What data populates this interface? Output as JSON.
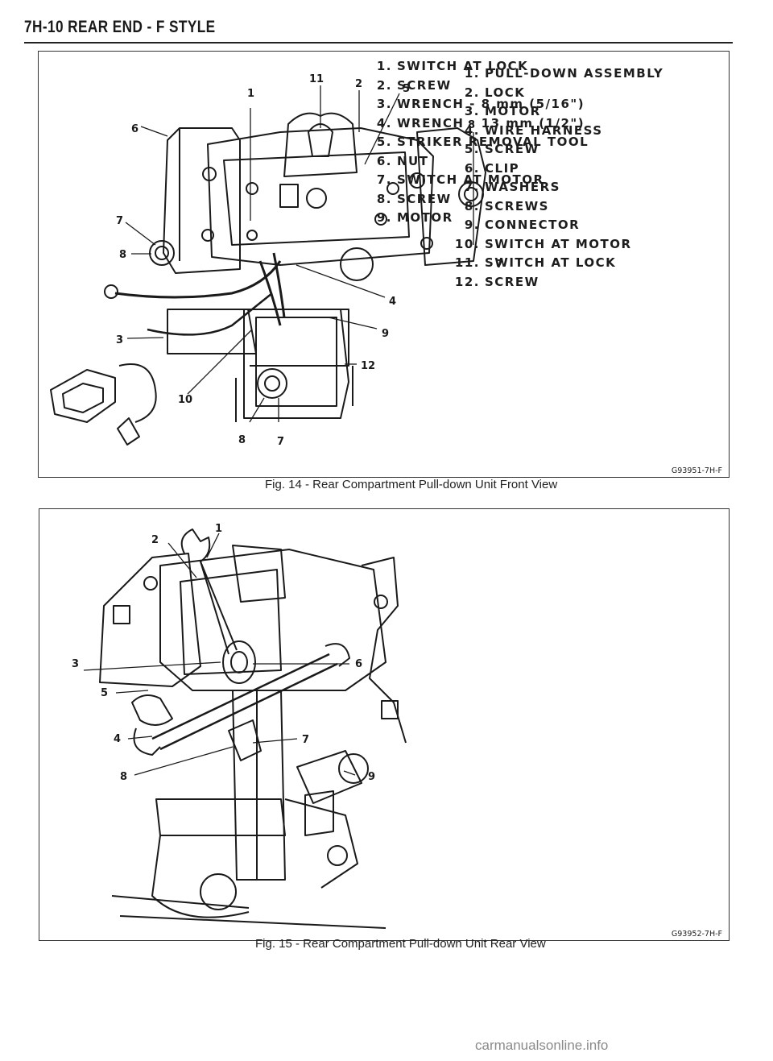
{
  "header": {
    "title": "7H-10 REAR END - F STYLE"
  },
  "figure1": {
    "caption": "Fig. 14 - Rear Compartment Pull-down Unit Front View",
    "code": "G93951-7H-F",
    "legend": [
      {
        "num": "1.",
        "label": "PULL-DOWN ASSEMBLY"
      },
      {
        "num": "2.",
        "label": "LOCK"
      },
      {
        "num": "3.",
        "label": "MOTOR"
      },
      {
        "num": "4.",
        "label": "WIRE HARNESS"
      },
      {
        "num": "5.",
        "label": "SCREW"
      },
      {
        "num": "6.",
        "label": "CLIP"
      },
      {
        "num": "7.",
        "label": "WASHERS"
      },
      {
        "num": "8.",
        "label": "SCREWS"
      },
      {
        "num": "9.",
        "label": "CONNECTOR"
      },
      {
        "num": "10.",
        "label": "SWITCH AT MOTOR"
      },
      {
        "num": "11.",
        "label": "SWITCH AT LOCK"
      },
      {
        "num": "12.",
        "label": "SCREW"
      }
    ],
    "callouts": [
      "1",
      "11",
      "2",
      "5",
      "6",
      "8",
      "7",
      "8",
      "7",
      "4",
      "3",
      "9",
      "12",
      "10",
      "8",
      "7"
    ]
  },
  "figure2": {
    "caption": "Fig. 15 - Rear Compartment Pull-down Unit Rear View",
    "code": "G93952-7H-F",
    "legend": [
      {
        "num": "1.",
        "label": "SWITCH AT LOCK"
      },
      {
        "num": "2.",
        "label": "SCREW"
      },
      {
        "num": "3.",
        "label": "WRENCH - 8 mm (5/16\")"
      },
      {
        "num": "4.",
        "label": "WRENCH - 13 mm (1/2\")"
      },
      {
        "num": "5.",
        "label": "STRIKER REMOVAL TOOL"
      },
      {
        "num": "6.",
        "label": "NUT"
      },
      {
        "num": "7.",
        "label": "SWITCH AT MOTOR"
      },
      {
        "num": "8.",
        "label": "SCREW"
      },
      {
        "num": "9.",
        "label": "MOTOR"
      }
    ],
    "callouts": [
      "1",
      "2",
      "3",
      "6",
      "5",
      "4",
      "7",
      "8",
      "9"
    ]
  },
  "footer": {
    "watermark": "carmanualsonline.info"
  }
}
